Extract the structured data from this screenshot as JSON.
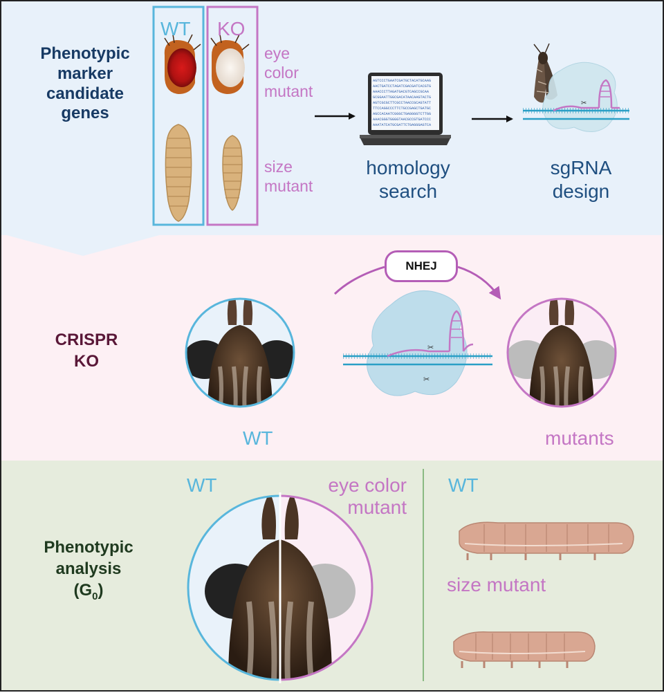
{
  "colors": {
    "section1_bg": "#e8f1fa",
    "section2_bg": "#fdf0f4",
    "section3_bg": "#e6ecdd",
    "wt_accent": "#58b6dc",
    "ko_accent": "#c476c4",
    "arrow": "#b45db6"
  },
  "section1": {
    "title_lines": [
      "Phenotypic",
      "marker",
      "candidate",
      "genes"
    ],
    "wt_label": "WT",
    "ko_label": "KO",
    "eye_lines": [
      "eye",
      "color",
      "mutant"
    ],
    "size_lines": [
      "size",
      "mutant"
    ],
    "homology_lines": [
      "homology",
      "search"
    ],
    "sgrna_lines": [
      "sgRNA",
      "design"
    ],
    "screen_lines": [
      "AGTCCCTGAATCGATGCTACATGCAAG",
      "AACTGATCCTAGATCGACGATCACGTG",
      "AAACCCTTAGATGACGTCAGCCGCAA",
      "GCGGAATTGGCGACATAACAAGTACTG",
      "AGTCGCGCTTCGCCTAACCGCAGTATT",
      "TTCCAGGCCCTTCTGCCGAGCTGATGC",
      "AGCCACAATCGGGCTGAGGGGTCTTGG",
      "AAACGGGTGGGGTAACGCCGTGATCCC",
      "AAATATCATGCGATTCTGAGGGAGTCA"
    ]
  },
  "section2": {
    "title_lines": [
      "CRISPR",
      "KO"
    ],
    "nhej_label": "NHEJ",
    "wt_label": "WT",
    "mutants_label": "mutants"
  },
  "section3": {
    "title_lines": [
      "Phenotypic",
      "analysis"
    ],
    "g0_main": "(G",
    "g0_sub": "0",
    "g0_close": ")",
    "wt_label_left": "WT",
    "eye_mutant_lines": [
      "eye color",
      "mutant"
    ],
    "wt_label_right": "WT",
    "size_mutant_label": "size mutant"
  }
}
